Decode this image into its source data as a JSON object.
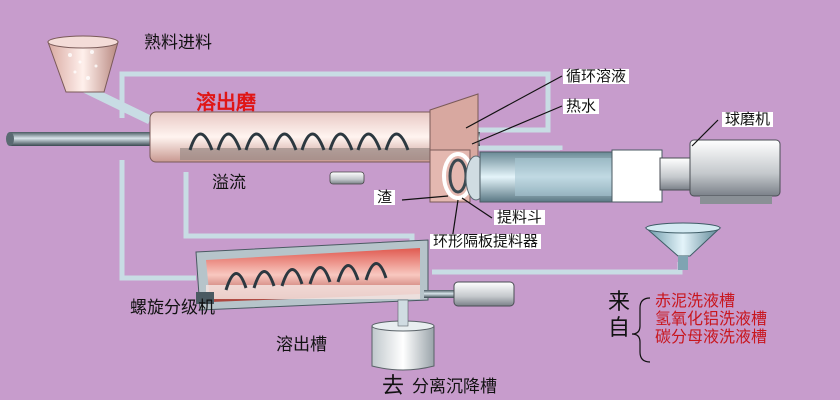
{
  "labels": {
    "feed": "熟料进料",
    "dissolution_mill": "溶出磨",
    "circulating_liquor": "循环溶液",
    "hot_water": "热水",
    "ball_mill": "球磨机",
    "overflow": "溢流",
    "residue": "渣",
    "bucket": "提料斗",
    "ring_lifter": "环形隔板提料器",
    "spiral_classifier": "螺旋分级机",
    "dissolution_tank": "溶出槽",
    "to": "去",
    "settling_tank": "分离沉降槽",
    "from": "来自"
  },
  "sources": [
    "赤泥洗液槽",
    "氢氧化铝洗液槽",
    "碳分母液洗液槽"
  ],
  "colors": {
    "background": "#c79ccc",
    "pipe": "#c8dce4",
    "highlight_label": "#e01616",
    "source_text": "#c8161e"
  }
}
